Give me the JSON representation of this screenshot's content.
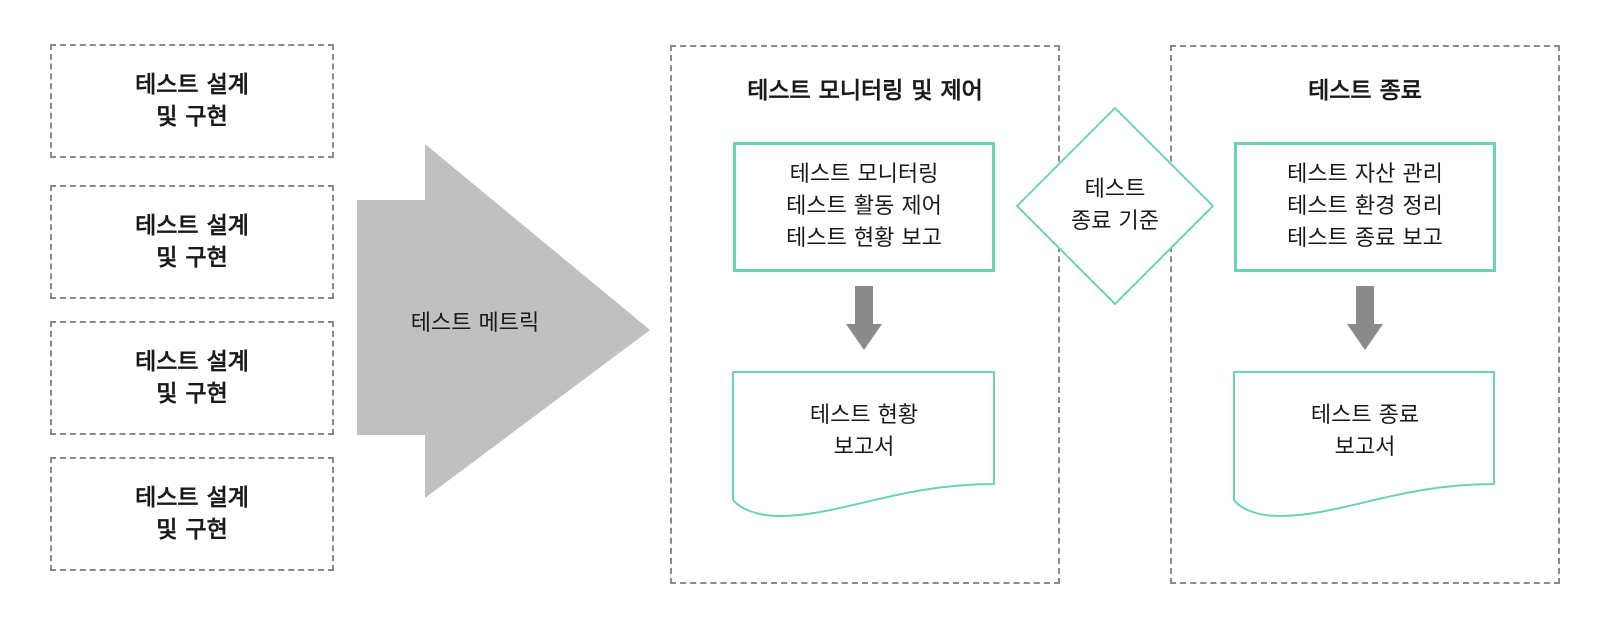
{
  "left_column": {
    "boxes": [
      {
        "label": "테스트 설계\n및 구현"
      },
      {
        "label": "테스트 설계\n및 구현"
      },
      {
        "label": "테스트 설계\n및 구현"
      },
      {
        "label": "테스트 설계\n및 구현"
      }
    ]
  },
  "big_arrow": {
    "label": "테스트 메트릭"
  },
  "monitoring_panel": {
    "title": "테스트 모니터링 및 제어",
    "activities": "테스트 모니터링\n테스트 활동 제어\n테스트 현황 보고",
    "document": "테스트 현황\n보고서"
  },
  "decision": {
    "label": "테스트\n종료 기준"
  },
  "closure_panel": {
    "title": "테스트 종료",
    "activities": "테스트 자산 관리\n테스트 환경 정리\n테스트 종료 보고",
    "document": "테스트 종료\n보고서"
  },
  "colors": {
    "accent": "#6bd2b4",
    "arrow": "#c0c0c0",
    "down_arrow": "#8a8a8a",
    "dashed_border": "#8a8a8a"
  }
}
